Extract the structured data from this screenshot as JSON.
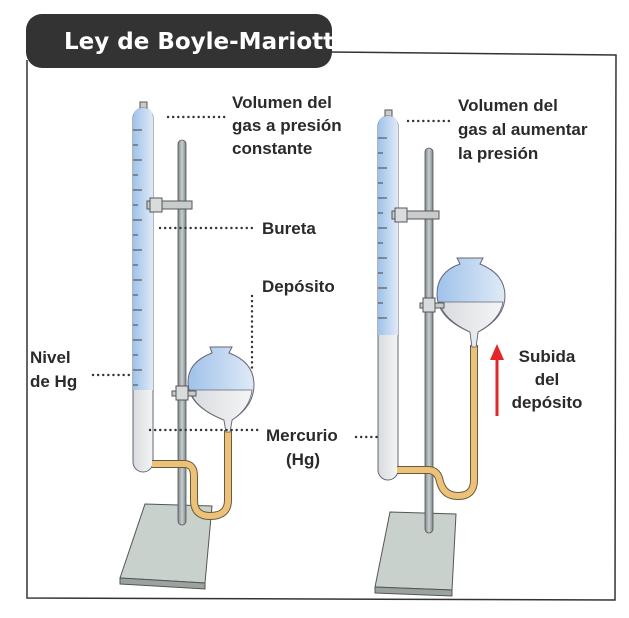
{
  "title": "Ley de Boyle-Mariotte",
  "colors": {
    "gas": "#b9d3ef",
    "mercury": "#e6e8ea",
    "tube": "#ecc27a",
    "arrow": "#e3262a",
    "title_bg": "#333333"
  },
  "left": {
    "volume_label": [
      "Volumen del",
      "gas a presión",
      "constante"
    ],
    "bureta_label": "Bureta",
    "deposito_label": "Depósito",
    "nivel_label": [
      "Nivel",
      "de Hg"
    ],
    "mercurio_label": [
      "Mercurio",
      "(Hg)"
    ]
  },
  "right": {
    "volume_label": [
      "Volumen del",
      "gas al aumentar",
      "la presión"
    ],
    "subida_label": [
      "Subida",
      "del",
      "depósito"
    ]
  }
}
